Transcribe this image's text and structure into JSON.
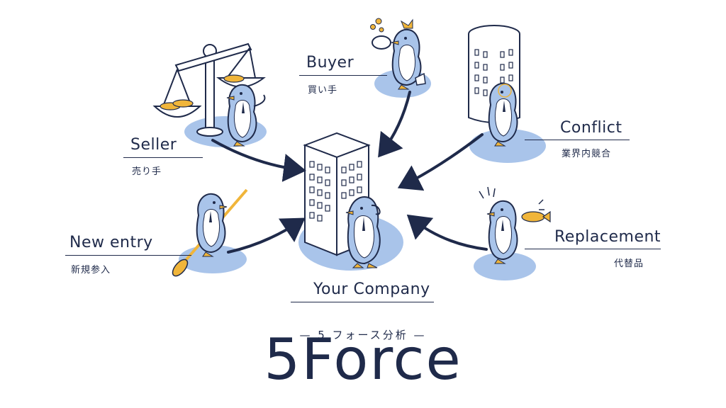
{
  "diagram": {
    "center": {
      "label": "Your Company"
    },
    "forces": [
      {
        "id": "seller",
        "label_en": "Seller",
        "label_jp": "売り手"
      },
      {
        "id": "buyer",
        "label_en": "Buyer",
        "label_jp": "買い手"
      },
      {
        "id": "conflict",
        "label_en": "Conflict",
        "label_jp": "業界内競合"
      },
      {
        "id": "new-entry",
        "label_en": "New entry",
        "label_jp": "新規参入"
      },
      {
        "id": "replacement",
        "label_en": "Replacement",
        "label_jp": "代替品"
      }
    ],
    "title": "5Force",
    "subtitle": "— 5 フォース分析 —"
  },
  "colors": {
    "navy": "#1f2a4a",
    "blue": "#a9c4ea",
    "light_blue": "#dce8f8",
    "gold": "#f0b53a",
    "white": "#ffffff"
  }
}
